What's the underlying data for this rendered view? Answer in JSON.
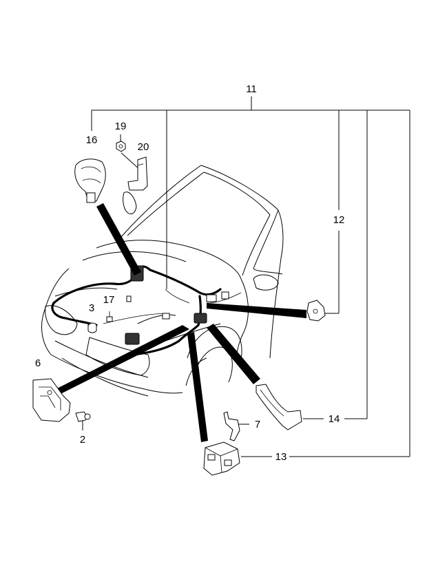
{
  "callouts": {
    "c11": "11",
    "c12": "12",
    "c13": "13",
    "c14": "14",
    "c16": "16",
    "c19": "19",
    "c20": "20",
    "c3": "3",
    "c17": "17",
    "c6": "6",
    "c2": "2",
    "c7": "7"
  }
}
